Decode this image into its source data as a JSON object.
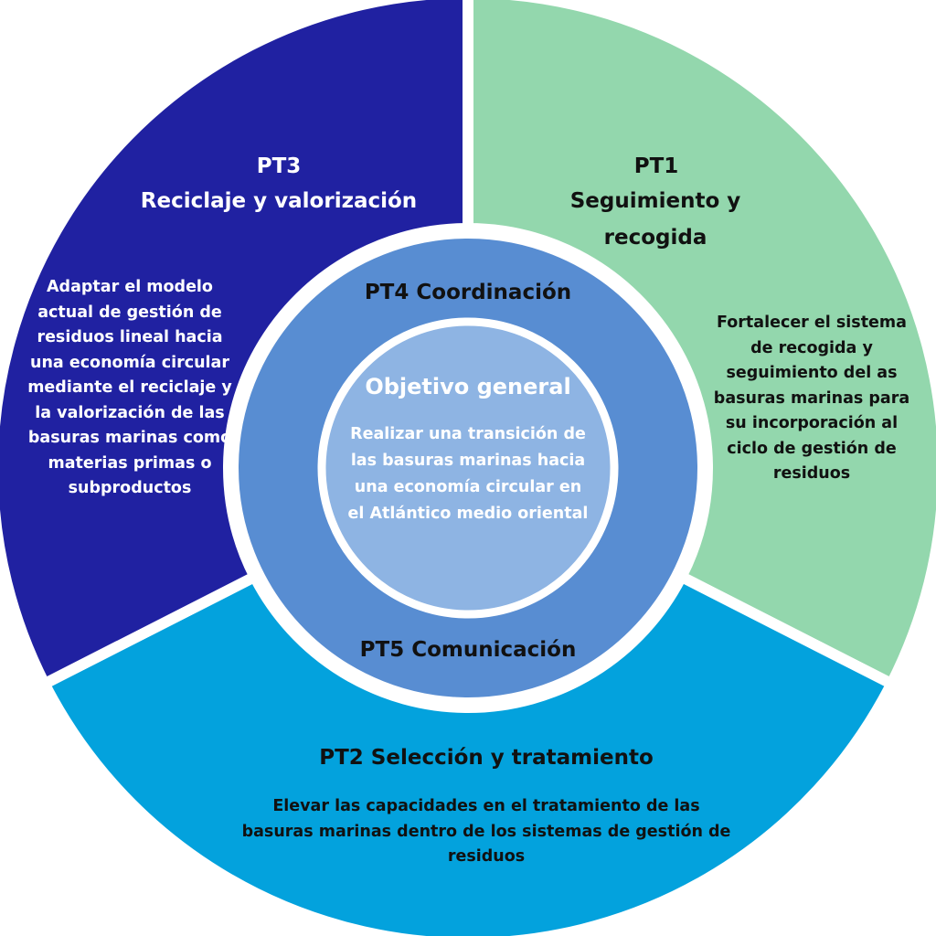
{
  "colors": {
    "pt1": "#93d7ad",
    "pt2": "#03a2dd",
    "pt3": "#2021a1",
    "middle_ring": "#588dd2",
    "center": "#8eb4e3",
    "border": "#ffffff"
  },
  "segments": {
    "pt1": {
      "code": "PT1",
      "title": "Seguimiento y recogida",
      "description": "Fortalecer el sistema de recogida y seguimiento del as basuras marinas para su incorporación al ciclo de gestión de residuos"
    },
    "pt2": {
      "title": "PT2 Selección y tratamiento",
      "description": "Elevar las capacidades en el tratamiento de las basuras marinas dentro de los sistemas de gestión de residuos"
    },
    "pt3": {
      "code": "PT3",
      "title": "Reciclaje y valorización",
      "description": "Adaptar el modelo actual de gestión de residuos lineal hacia una economía circular mediante el reciclaje y la valorización de las basuras marinas como materias primas o subproductos"
    }
  },
  "ring": {
    "pt4": "PT4 Coordinación",
    "pt5": "PT5 Comunicación"
  },
  "center": {
    "title": "Objetivo general",
    "description": "Realizar una transición de las basuras marinas hacia una economía circular en el Atlántico medio oriental"
  }
}
